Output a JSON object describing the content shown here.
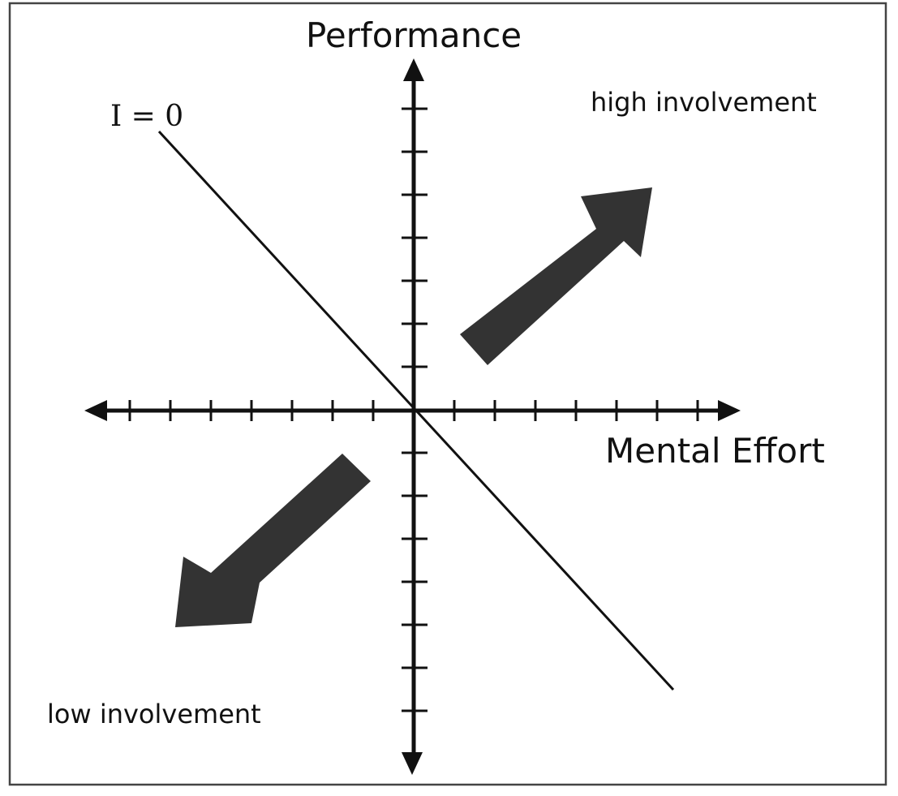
{
  "labels": {
    "y_axis": "Performance",
    "x_axis": "Mental Effort",
    "line_label": "I = 0",
    "high": "high involvement",
    "low": "low involvement"
  },
  "colors": {
    "axis": "#111111",
    "arrow_fill": "#333333",
    "frame": "#444444",
    "background": "#ffffff"
  }
}
